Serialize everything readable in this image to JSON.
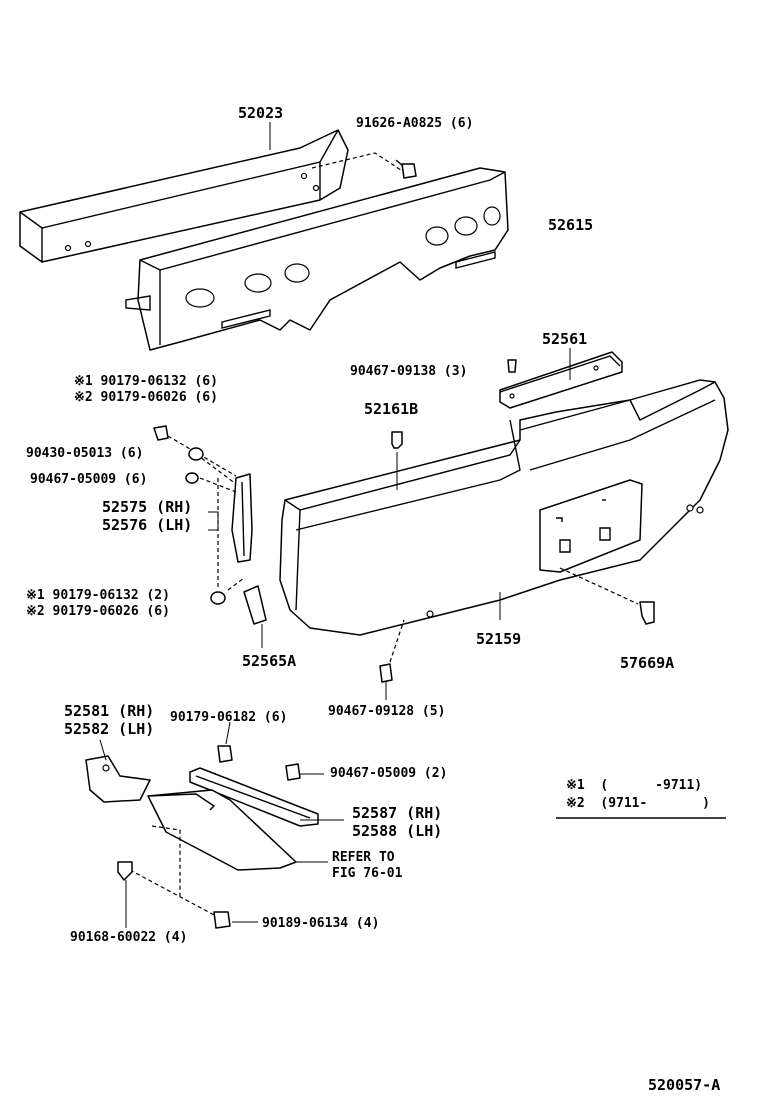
{
  "labels": {
    "p52023": "52023",
    "p91626": "91626-A0825 (6)",
    "p52615": "52615",
    "p52561": "52561",
    "p90467_09138": "90467-09138 (3)",
    "p52161b": "52161B",
    "n1_a": "※1 90179-06132 (6)",
    "n2_a": "※2 90179-06026 (6)",
    "p90430": "90430-05013 (6)",
    "p90467_05009a": "90467-05009 (6)",
    "p52575": "52575 (RH)",
    "p52576": "52576 (LH)",
    "n1_b": "※1 90179-06132 (2)",
    "n2_b": "※2 90179-06026 (6)",
    "p52565a": "52565A",
    "p52159": "52159",
    "p57669a": "57669A",
    "p90467_09128": "90467-09128 (5)",
    "p52581": "52581 (RH)",
    "p52582": "52582 (LH)",
    "p90179_06182": "90179-06182 (6)",
    "p90467_05009b": "90467-05009 (2)",
    "p52587": "52587 (RH)",
    "p52588": "52588 (LH)",
    "refer1": "REFER TO",
    "refer2": "FIG 76-01",
    "p90168": "90168-60022 (4)",
    "p90189": "90189-06134 (4)"
  },
  "legend": {
    "row1": "※1  (      -9711)",
    "row2": "※2  (9711-       )"
  },
  "figure_id": "520057-A"
}
